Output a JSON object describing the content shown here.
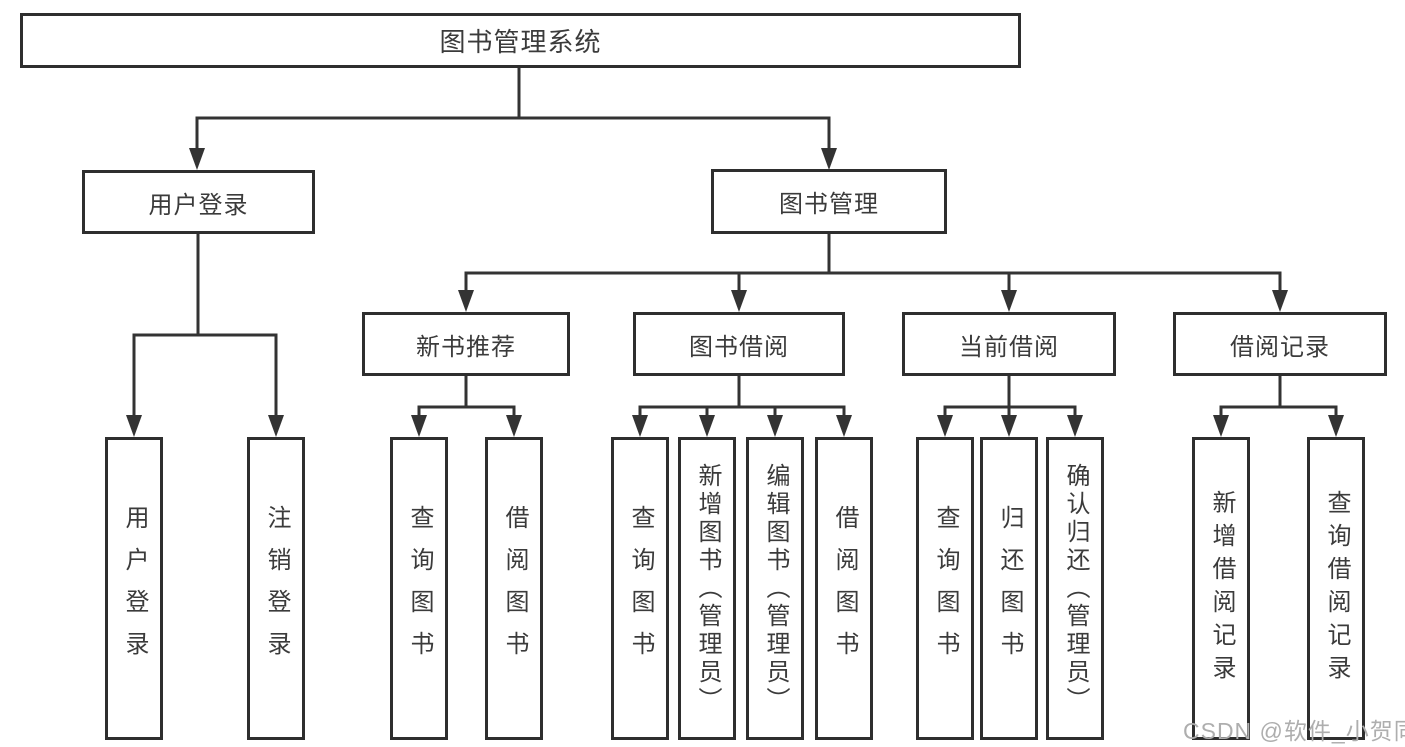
{
  "diagram": {
    "tree": {
      "label": "图书管理系统",
      "children": [
        {
          "label": "用户登录",
          "children": [
            {
              "label": "用户登录"
            },
            {
              "label": "注销登录"
            }
          ]
        },
        {
          "label": "图书管理",
          "children": [
            {
              "label": "新书推荐",
              "children": [
                {
                  "label": "查询图书"
                },
                {
                  "label": "借阅图书"
                }
              ]
            },
            {
              "label": "图书借阅",
              "children": [
                {
                  "label": "查询图书"
                },
                {
                  "label": "新增图书（管理员）"
                },
                {
                  "label": "编辑图书（管理员）"
                },
                {
                  "label": "借阅图书"
                }
              ]
            },
            {
              "label": "当前借阅",
              "children": [
                {
                  "label": "查询图书"
                },
                {
                  "label": "归还图书"
                },
                {
                  "label": "确认归还（管理员）"
                }
              ]
            },
            {
              "label": "借阅记录",
              "children": [
                {
                  "label": "新增借阅记录"
                },
                {
                  "label": "查询借阅记录"
                }
              ]
            }
          ]
        }
      ]
    },
    "colors": {
      "line": "#333333",
      "box_border": "#2e2e2e",
      "text": "#3b3b3b",
      "background": "#ffffff",
      "watermark": "#aeaeae"
    }
  },
  "watermark": {
    "text": "CSDN @软件_小贺同学"
  }
}
